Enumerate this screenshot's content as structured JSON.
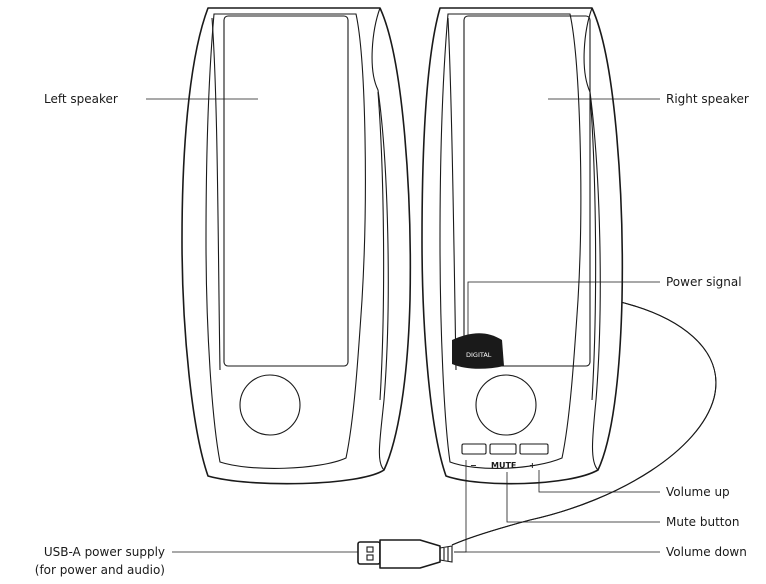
{
  "labels": {
    "left_speaker": "Left speaker",
    "right_speaker": "Right speaker",
    "power_signal": "Power signal",
    "volume_up": "Volume up",
    "mute_button": "Mute button",
    "volume_down": "Volume down",
    "usb_line1": "USB-A power supply",
    "usb_line2": "(for power and audio)"
  },
  "device_markings": {
    "digital_badge": "DIGITAL",
    "minus": "−",
    "mute": "MUTE",
    "plus": "+"
  }
}
